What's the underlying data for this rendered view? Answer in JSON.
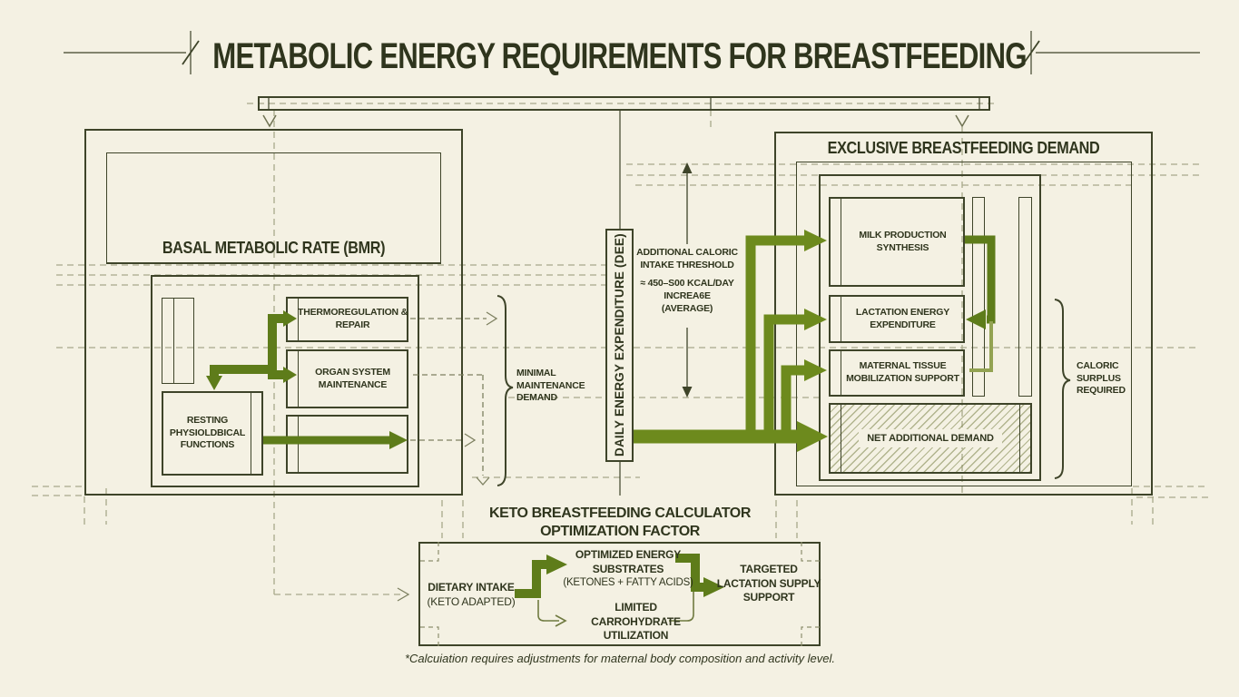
{
  "title": "METABOLIC ENERGY REQUIREMENTS FOR BREASTFEEDING",
  "bmr": {
    "title": "BASAL METABOLIC RATE (BMR)",
    "thermo": "THERMOREGULATION & REPAIR",
    "organ": "ORGAN SYSTEM MAINTENANCE",
    "resting": "RESTING PHYSIOLDBICAL FUNCTIONS",
    "bracket_label": "MINIMAL MAINTENANCE DEMAND"
  },
  "dee": {
    "label": "DAILY ENERGY EXPENDITURE (DEE)",
    "threshold_title": "ADDITIONAL CALORIC INTAKE THRESHOLD",
    "threshold_value": "≈ 450–S00 KCAL/DAY",
    "threshold_value2": "INCREA6E",
    "threshold_value3": "(AVERAGE)"
  },
  "breastfeeding": {
    "title": "EXCLUSIVE BREASTFEEDING DEMAND",
    "milk": "MILK PRODUCTION SYNTHESIS",
    "lactation": "LACTATION ENERGY EXPENDITURE",
    "maternal": "MATERNAL TISSUE MOBILIZATION SUPPORT",
    "net": "NET ADDITIONAL DEMAND",
    "bracket_label": "CALORIC SURPLUS REQUIRED"
  },
  "calculator": {
    "heading_line1": "KETO BREASTFEEDING CALCULATOR",
    "heading_line2": "OPTIMIZATION FACTOR",
    "dietary": "DIETARY INTAKE",
    "dietary_sub": "(KETO ADAPTED)",
    "optimized": "OPTIMIZED ENERGY SUBSTRATES",
    "optimized_sub": "(KETONES + FATTY ACIDS)",
    "limited": "LIMITED CARROHYDRATE UTILIZATION",
    "targeted": "TARGETED LACTATION SUPPLY SUPPORT",
    "footnote": "*Calcuiation requires adjustments for maternal body composition and activity level."
  },
  "colors": {
    "background": "#f4f1e3",
    "ink": "#2f351d",
    "line": "#3e4429",
    "construction": "#a8a88a",
    "green": "#6d8a1d",
    "green_dark": "#5e7c1a",
    "green_light": "#93a352"
  }
}
